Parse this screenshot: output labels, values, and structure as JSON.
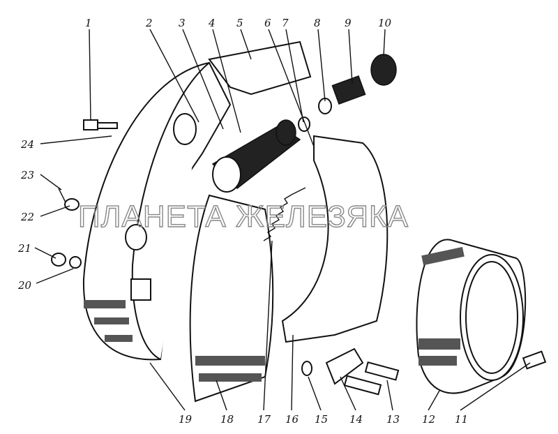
{
  "watermark": "ПЛАНЕТА ЖЕЛЕЗЯКА",
  "labels": {
    "l1": "1",
    "l2": "2",
    "l3": "3",
    "l4": "4",
    "l5": "5",
    "l6": "6",
    "l7": "7",
    "l8": "8",
    "l9": "9",
    "l10": "10",
    "l11": "11",
    "l12": "12",
    "l13": "13",
    "l14": "14",
    "l15": "15",
    "l16": "16",
    "l17": "17",
    "l18": "18",
    "l19": "19",
    "l20": "20",
    "l21": "21",
    "l22": "22",
    "l23": "23",
    "l24": "24"
  }
}
